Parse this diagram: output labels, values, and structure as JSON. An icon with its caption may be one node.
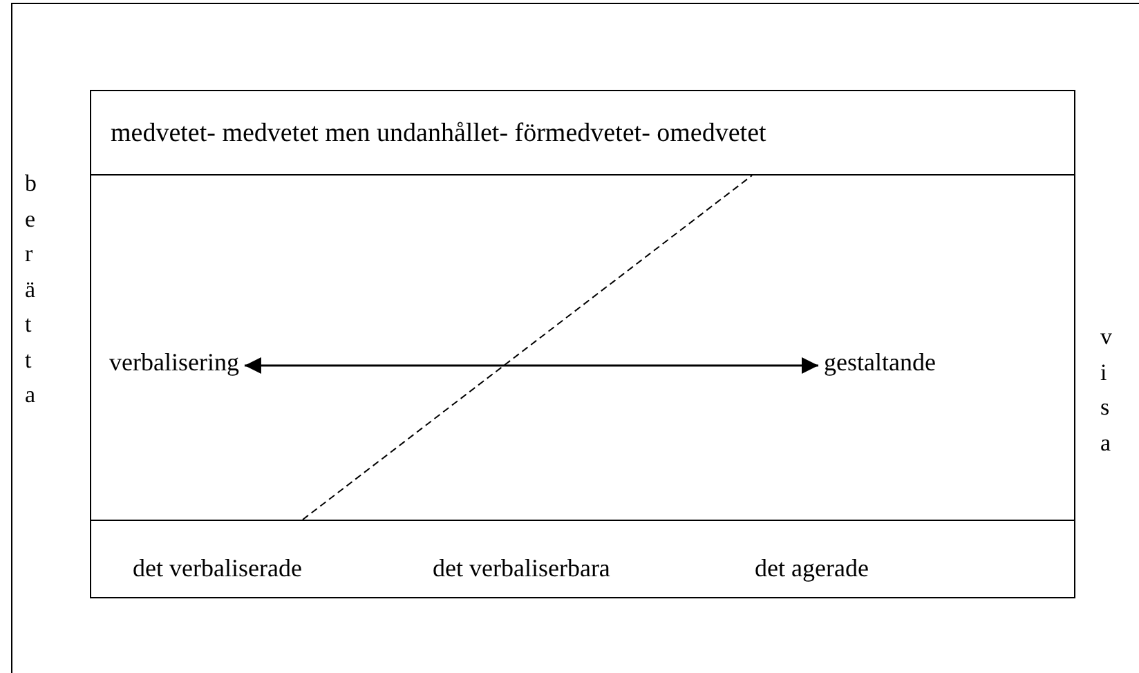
{
  "diagram": {
    "nodes": [
      {
        "text": [],
        "shape": "box"
      },
      {
        "text": [
          "medvetet- medvetet men undanhållet- förmedvetet- omedvetet"
        ],
        "in": 0
      },
      {
        "text": [
          "verbalisering"
        ],
        "in": 0
      },
      {
        "text": [
          "gestaltande"
        ],
        "in": 0
      },
      {
        "text": [
          "det verbaliserade",
          "det verbaliserbara",
          "det agerade"
        ],
        "in": 0
      }
    ],
    "edges": [
      {
        "from": 2,
        "to": 3,
        "arrow": "both"
      }
    ],
    "labels": [
      "berätta",
      "visa"
    ]
  }
}
